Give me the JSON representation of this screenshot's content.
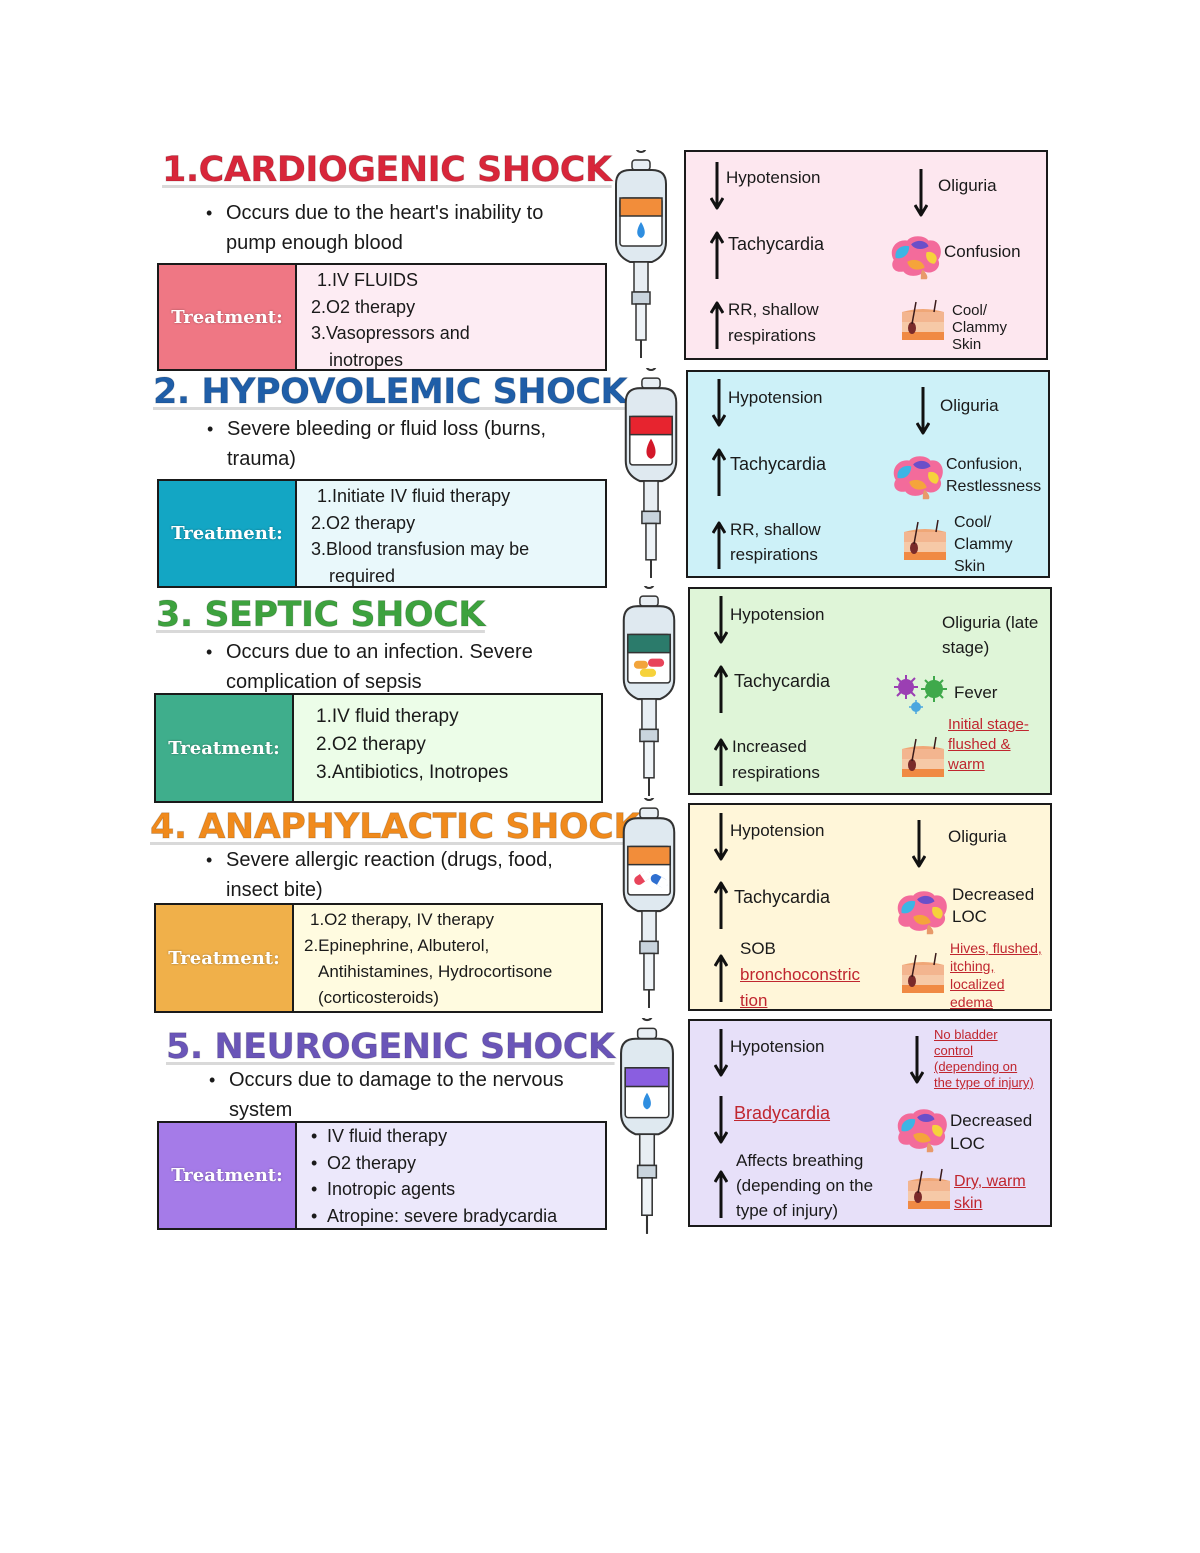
{
  "sections": [
    {
      "title": "1.CARDIOGENIC SHOCK",
      "title_color": "#d8263a",
      "description": "Occurs due to the heart's inability to pump enough blood",
      "description_lines": [
        "Occurs due to the heart's inability to",
        "pump enough blood"
      ],
      "treatment_label": "Treatment:",
      "treatment_color": "#ef7784",
      "treatment_bg": "#fdecf3",
      "treatment_items": [
        "1.IV FLUIDS",
        "2.O2 therapy",
        "3.Vasopressors and",
        "inotropes"
      ],
      "symptom_bg": "#fde7ef",
      "bag_color": "#f28d3a",
      "bag_icon": "water-drop-icon",
      "symptoms": {
        "hypotension": "Hypotension",
        "tachy": "Tachycardia",
        "resp1": "RR, shallow",
        "resp2": "respirations",
        "oliguria": "Oliguria",
        "mental": "Confusion",
        "skin1": "Cool/",
        "skin2": "Clammy",
        "skin3": "Skin"
      }
    },
    {
      "title": "2. HYPOVOLEMIC SHOCK",
      "title_color": "#1f5ea8",
      "description_lines": [
        "Severe bleeding or fluid loss (burns,",
        "trauma)"
      ],
      "treatment_label": "Treatment:",
      "treatment_color": "#13a6c4",
      "treatment_bg": "#e9f8fb",
      "treatment_items": [
        "1.Initiate IV fluid therapy",
        "2.O2 therapy",
        "3.Blood transfusion may be",
        "required"
      ],
      "symptom_bg": "#cdf1f8",
      "bag_color": "#e7242f",
      "bag_icon": "blood-drop-icon",
      "symptoms": {
        "hypotension": "Hypotension",
        "tachy": "Tachycardia",
        "resp1": "RR, shallow",
        "resp2": "respirations",
        "oliguria": "Oliguria",
        "mental1": "Confusion,",
        "mental2": "Restlessness",
        "skin1": "Cool/",
        "skin2": "Clammy",
        "skin3": "Skin"
      }
    },
    {
      "title": "3. SEPTIC SHOCK",
      "title_color": "#3da23e",
      "description_lines": [
        "Occurs due to an infection. Severe",
        "complication of sepsis"
      ],
      "treatment_label": "Treatment:",
      "treatment_color": "#3fae8c",
      "treatment_bg": "#ecfde8",
      "treatment_items": [
        "1.IV fluid therapy",
        "2.O2 therapy",
        "3.Antibiotics, Inotropes"
      ],
      "symptom_bg": "#dff5d8",
      "bag_color": "#2b7b6b",
      "bag_icon": "pills-icon",
      "symptoms": {
        "hypotension": "Hypotension",
        "tachy": "Tachycardia",
        "resp1": "Increased",
        "resp2": "respirations",
        "oliguria1": "Oliguria (late",
        "oliguria2": "stage)",
        "fever": "Fever",
        "skin1": "Initial stage-",
        "skin2": "flushed &",
        "skin3": "warm"
      }
    },
    {
      "title": "4. ANAPHYLACTIC SHOCK",
      "title_color": "#f08a1c",
      "description_lines": [
        "Severe allergic reaction (drugs, food,",
        "insect bite)"
      ],
      "treatment_label": "Treatment:",
      "treatment_color": "#f0b04a",
      "treatment_bg": "#fffbe0",
      "treatment_items": [
        "1.O2 therapy, IV therapy",
        "2.Epinephrine, Albuterol,",
        "Antihistamines, Hydrocortisone",
        "(corticosteroids)"
      ],
      "symptom_bg": "#fff6d9",
      "bag_color": "#f28d3a",
      "bag_icon": "capsules-icon",
      "symptoms": {
        "hypotension": "Hypotension",
        "tachy": "Tachycardia",
        "sob": "SOB",
        "broncho1": "bronchoconstric",
        "broncho2": "tion",
        "oliguria": "Oliguria",
        "loc1": "Decreased",
        "loc2": "LOC",
        "skin1": "Hives, flushed,",
        "skin2": "itching,",
        "skin3": "localized",
        "skin4": "edema"
      }
    },
    {
      "title": "5. NEUROGENIC SHOCK",
      "title_color": "#6a55b8",
      "description_lines": [
        "Occurs due to damage to the nervous",
        "system"
      ],
      "treatment_label": "Treatment:",
      "treatment_color": "#a57be8",
      "treatment_bg": "#ece8fb",
      "treatment_items": [
        "IV fluid therapy",
        "O2 therapy",
        "Inotropic agents",
        "Atropine: severe bradycardia"
      ],
      "symptom_bg": "#e7e0f9",
      "bag_color": "#8a5ee0",
      "bag_icon": "water-drop-icon",
      "symptoms": {
        "hypotension": "Hypotension",
        "brady": "Bradycardia",
        "breath1": "Affects breathing",
        "breath2": "(depending on the",
        "breath3": "type of injury)",
        "bladder1": "No bladder",
        "bladder2": "control",
        "bladder3": "(depending on",
        "bladder4": "the type of injury)",
        "loc1": "Decreased",
        "loc2": "LOC",
        "skin1": "Dry, warm",
        "skin2": "skin"
      }
    }
  ]
}
